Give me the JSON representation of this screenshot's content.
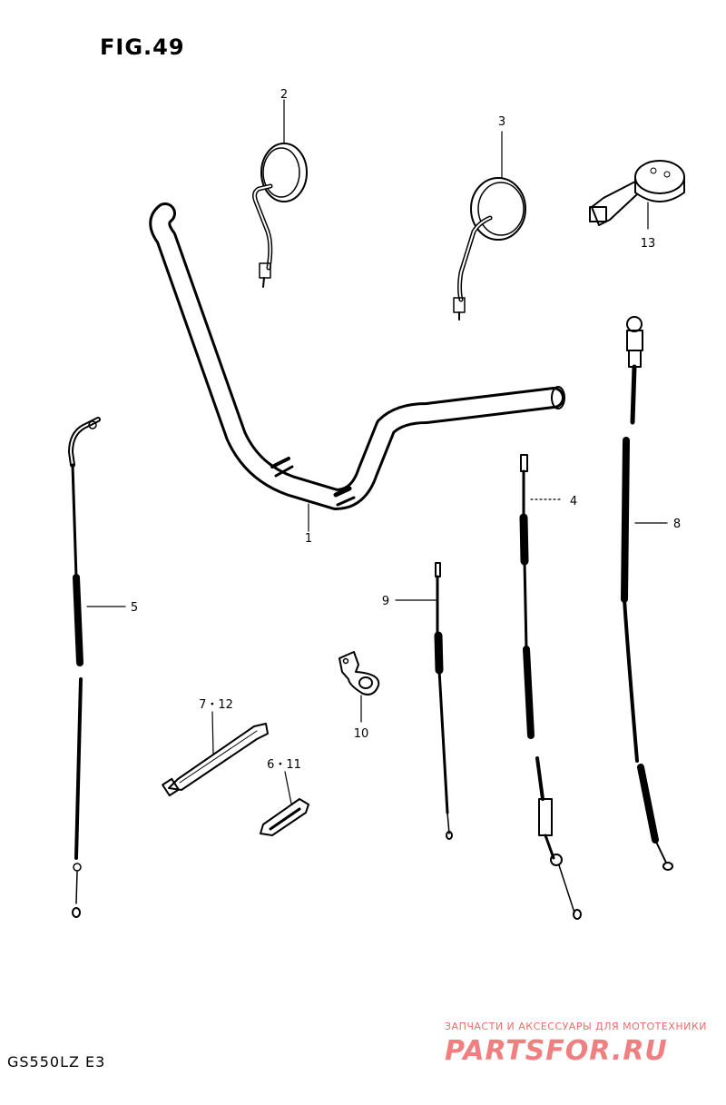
{
  "figure": {
    "title": "FIG.49",
    "model": "GS550LZ  E3"
  },
  "watermark": {
    "tagline": "ЗАПЧАСТИ И АКСЕССУАРЫ ДЛЯ МОТОТЕХНИКИ",
    "brand": "PARTSFOR.RU"
  },
  "callouts": {
    "c1": "1",
    "c2": "2",
    "c3": "3",
    "c4": "4",
    "c5": "5",
    "c8": "8",
    "c9": "9",
    "c10": "10",
    "c13": "13",
    "c6_11": "6・11",
    "c7_12": "7・12"
  },
  "parts": [
    {
      "ref": "1",
      "name": "handlebar"
    },
    {
      "ref": "2",
      "name": "mirror-left"
    },
    {
      "ref": "3",
      "name": "mirror-right"
    },
    {
      "ref": "4",
      "name": "cable"
    },
    {
      "ref": "5",
      "name": "cable"
    },
    {
      "ref": "6・11",
      "name": "bracket-plate"
    },
    {
      "ref": "7・12",
      "name": "stay-rod"
    },
    {
      "ref": "8",
      "name": "cable"
    },
    {
      "ref": "9",
      "name": "cable"
    },
    {
      "ref": "10",
      "name": "cable-clamp"
    },
    {
      "ref": "13",
      "name": "switch-housing"
    }
  ]
}
